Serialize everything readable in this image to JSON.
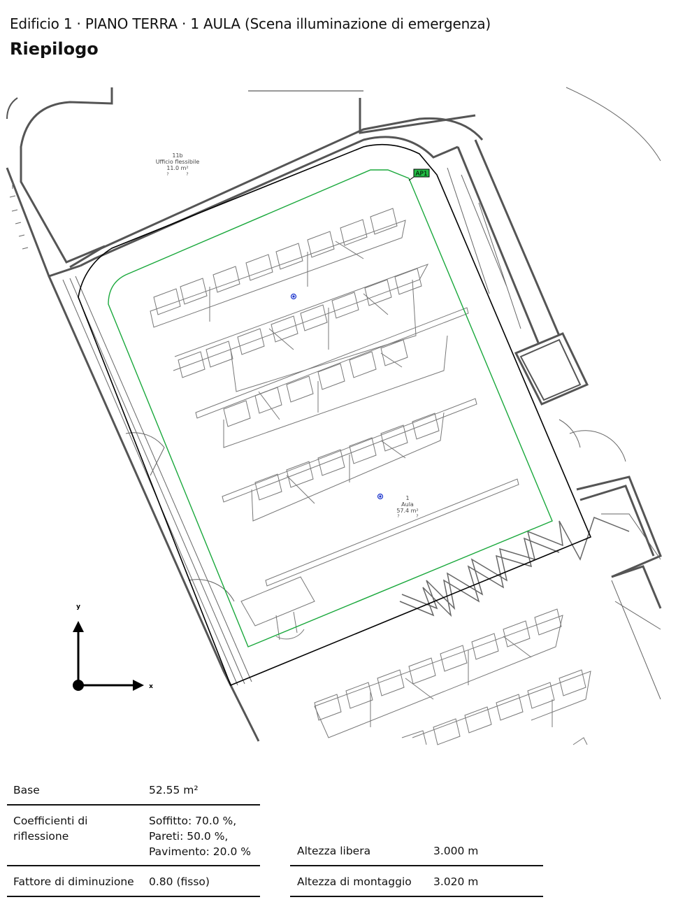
{
  "header": {
    "breadcrumb": "Edificio 1 · PIANO TERRA  · 1 AULA  (Scena illuminazione di emergenza)",
    "title": "Riepilogo"
  },
  "plan": {
    "room_11b_number": "11b",
    "room_11b_name": "Ufficio flessibile",
    "room_11b_area": "11.0 m²",
    "room_1_number": "1",
    "room_1_name": "Aula",
    "room_1_area": "57.4 m²",
    "unknown_mark": "?",
    "luminaire_tag": "AP1",
    "axis_x": "x",
    "axis_y": "y",
    "colors": {
      "calc_area": "#1aa83c",
      "room_outline": "#000000",
      "walls": "#555555",
      "furniture": "#777777",
      "point": "#1a33cc",
      "tag_fill": "#22bb44"
    }
  },
  "summary": {
    "base_label": "Base",
    "base_value": "52.55 m²",
    "refl_label_line1": "Coefficienti di",
    "refl_label_line2": "riflessione",
    "refl_ceiling": "Soffitto: 70.0 %,",
    "refl_walls": "Pareti: 50.0 %,",
    "refl_floor": "Pavimento: 20.0 %",
    "maint_label": "Fattore di diminuzione",
    "maint_value": "0.80 (fisso)",
    "height_label": "Altezza libera",
    "height_value": "3.000 m",
    "mount_label": "Altezza di montaggio",
    "mount_value": "3.020 m"
  }
}
